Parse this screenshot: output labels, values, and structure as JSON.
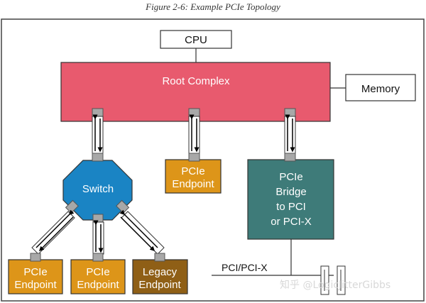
{
  "caption": "Figure 2-6: Example PCIe Topology",
  "nodes": {
    "cpu": "CPU",
    "root_complex": "Root Complex",
    "memory": "Memory",
    "switch": "Switch",
    "rc_endpoint": [
      "PCIe",
      "Endpoint"
    ],
    "bridge": [
      "PCIe",
      "Bridge",
      "to PCI",
      "or PCI-X"
    ],
    "endpoint_left": [
      "PCIe",
      "Endpoint"
    ],
    "endpoint_mid": [
      "PCIe",
      "Endpoint"
    ],
    "legacy_endpoint": [
      "Legacy",
      "Endpoint"
    ]
  },
  "bus_label": "PCI/PCI-X",
  "watermark": "知乎 @LogicJitterGibbs",
  "colors": {
    "root_complex": "#e85a6e",
    "switch": "#1a84c4",
    "endpoint": "#dd9519",
    "legacy": "#8f5f16",
    "bridge": "#3e7b79",
    "port": "#a8a8a8",
    "frame": "#444444"
  }
}
